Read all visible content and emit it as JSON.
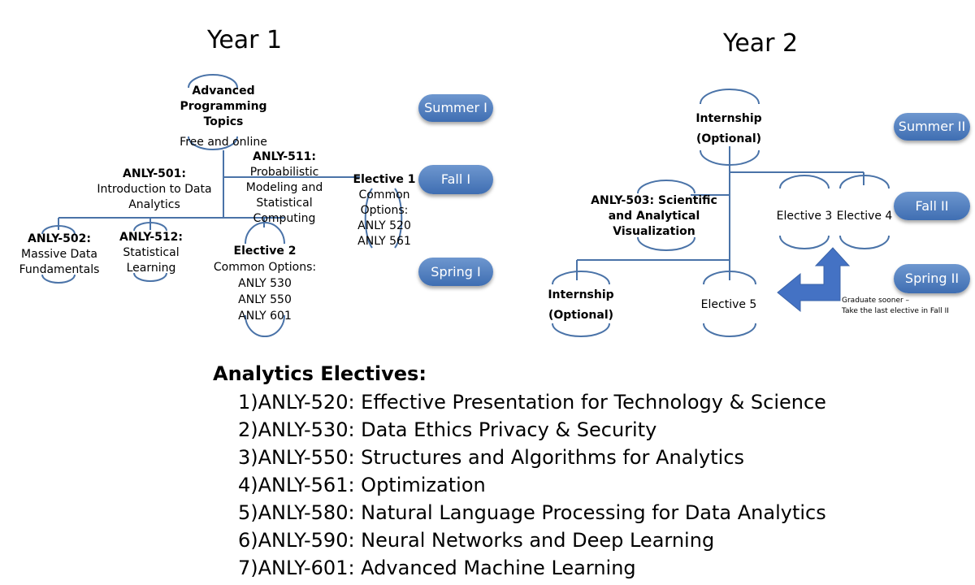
{
  "year1": {
    "title": "Year 1",
    "nodes": {
      "adv_title": [
        "Advanced",
        "Programming",
        "Topics"
      ],
      "adv_sub": "Free and online",
      "anly501_title": "ANLY-501:",
      "anly501_lines": [
        "Introduction to Data",
        "Analytics"
      ],
      "anly511_title": "ANLY-511:",
      "anly511_lines": [
        "Probabilistic",
        "Modeling and",
        "Statistical",
        "Computing"
      ],
      "elective1_title": "Elective 1",
      "elective1_lines": [
        "Common",
        "Options:",
        "ANLY 520",
        "ANLY 561"
      ],
      "anly502_title": "ANLY-502:",
      "anly502_lines": [
        "Massive Data",
        "Fundamentals"
      ],
      "anly512_title": "ANLY-512:",
      "anly512_lines": [
        "Statistical",
        "Learning"
      ],
      "elective2_title": "Elective 2",
      "elective2_lines": [
        "Common Options:",
        "ANLY 530",
        "ANLY 550",
        "ANLY 601"
      ]
    },
    "terms": [
      "Summer I",
      "Fall I",
      "Spring I"
    ]
  },
  "year2": {
    "title": "Year 2",
    "nodes": {
      "internship_top": [
        "Internship",
        "(Optional)"
      ],
      "anly503_lines": [
        "ANLY-503: Scientific",
        "and Analytical",
        "Visualization"
      ],
      "elective3": "Elective 3",
      "elective4": "Elective 4",
      "internship_bottom": [
        "Internship",
        "(Optional)"
      ],
      "elective5": "Elective 5"
    },
    "terms": [
      "Summer II",
      "Fall II",
      "Spring II"
    ],
    "note_lines": [
      "Graduate sooner –",
      "Take the last elective in Fall II"
    ]
  },
  "electives": {
    "heading": "Analytics Electives:",
    "items": [
      "1)ANLY-520: Effective Presentation for Technology & Science",
      "2)ANLY-530: Data Ethics Privacy & Security",
      "3)ANLY-550: Structures and Algorithms for Analytics",
      "4)ANLY-561: Optimization",
      "5)ANLY-580: Natural Language Processing for Data Analytics",
      "6)ANLY-590: Neural Networks and Deep Learning",
      "7)ANLY-601: Advanced Machine Learning"
    ]
  },
  "colors": {
    "connector": "#4a73a8",
    "pill_top": "#6e97cf",
    "pill_bottom": "#3f6eb2",
    "arrow": "#4472c4"
  }
}
